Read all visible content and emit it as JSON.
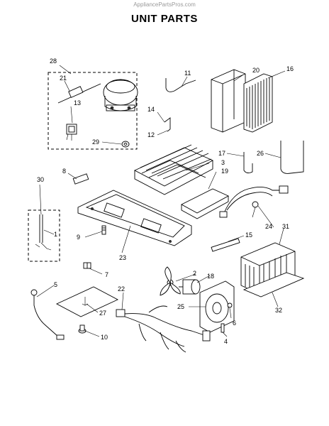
{
  "watermark": "AppliancePartsPros.com",
  "title": "UNIT PARTS",
  "callouts": [
    {
      "id": "c1",
      "label": "1"
    },
    {
      "id": "c2",
      "label": "2"
    },
    {
      "id": "c3",
      "label": "3"
    },
    {
      "id": "c4",
      "label": "4"
    },
    {
      "id": "c5",
      "label": "5"
    },
    {
      "id": "c6",
      "label": "6"
    },
    {
      "id": "c7",
      "label": "7"
    },
    {
      "id": "c8",
      "label": "8"
    },
    {
      "id": "c9",
      "label": "9"
    },
    {
      "id": "c10",
      "label": "10"
    },
    {
      "id": "c11",
      "label": "11"
    },
    {
      "id": "c12",
      "label": "12"
    },
    {
      "id": "c13",
      "label": "13"
    },
    {
      "id": "c14",
      "label": "14"
    },
    {
      "id": "c15",
      "label": "15"
    },
    {
      "id": "c16",
      "label": "16"
    },
    {
      "id": "c17",
      "label": "17"
    },
    {
      "id": "c18",
      "label": "18"
    },
    {
      "id": "c19",
      "label": "19"
    },
    {
      "id": "c20",
      "label": "20"
    },
    {
      "id": "c21",
      "label": "21"
    },
    {
      "id": "c22",
      "label": "22"
    },
    {
      "id": "c23",
      "label": "23"
    },
    {
      "id": "c24",
      "label": "24"
    },
    {
      "id": "c25",
      "label": "25"
    },
    {
      "id": "c26",
      "label": "26"
    },
    {
      "id": "c27",
      "label": "27"
    },
    {
      "id": "c28",
      "label": "28"
    },
    {
      "id": "c29",
      "label": "29"
    },
    {
      "id": "c30",
      "label": "30"
    },
    {
      "id": "c31",
      "label": "31"
    },
    {
      "id": "c32",
      "label": "32"
    }
  ]
}
